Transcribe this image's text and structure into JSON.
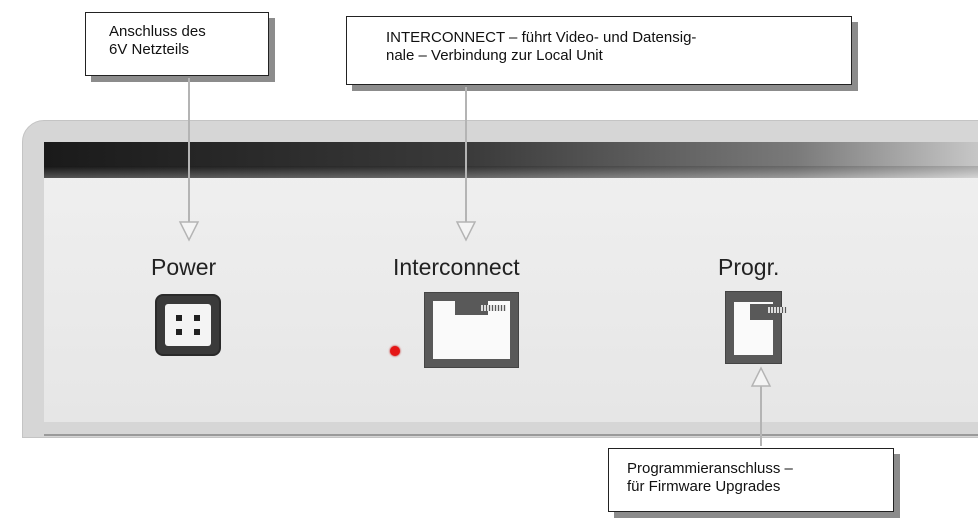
{
  "callouts": {
    "power": {
      "line1": "Anschluss des",
      "line2": "6V Netzteils"
    },
    "interconnect": {
      "line1": "INTERCONNECT – führt Video- und Datensig-",
      "line2": "nale – Verbindung zur Local Unit"
    },
    "programming": {
      "line1": "Programmieranschluss –",
      "line2": "für Firmware Upgrades"
    }
  },
  "ports": {
    "power": "Power",
    "interconnect": "Interconnect",
    "programming": "Progr."
  },
  "colors": {
    "led": "#e51616",
    "panel": "#e8e8e8",
    "connector": "#595959"
  }
}
